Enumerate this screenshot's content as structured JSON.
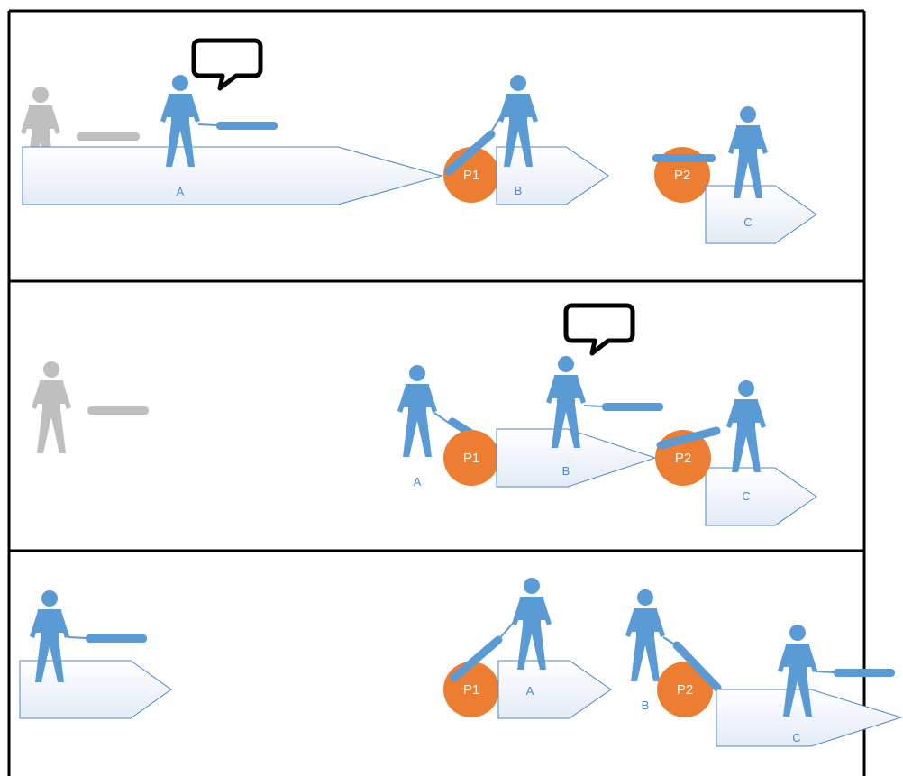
{
  "panels": [
    {
      "id": "top",
      "labels": {
        "a": "A",
        "b": "B",
        "c": "C",
        "p1": "P1",
        "p2": "P2"
      },
      "speaker": "A"
    },
    {
      "id": "middle",
      "labels": {
        "a": "A",
        "b": "B",
        "c": "C",
        "p1": "P1",
        "p2": "P2"
      },
      "speaker": "B"
    },
    {
      "id": "bottom",
      "labels": {
        "a": "A",
        "b": "B",
        "c": "C",
        "p1": "P1",
        "p2": "P2"
      }
    }
  ],
  "colors": {
    "figure": "#5b9bd5",
    "ghost": "#bfbfbf",
    "pile": "#ed7d31",
    "arrow_stroke": "#4a86c8",
    "arrow_fill": "#eef3fa",
    "border": "#000000"
  },
  "icons": {
    "speech": "speech-bubble-icon",
    "person": "person-icon",
    "pile": "pile-circle"
  }
}
